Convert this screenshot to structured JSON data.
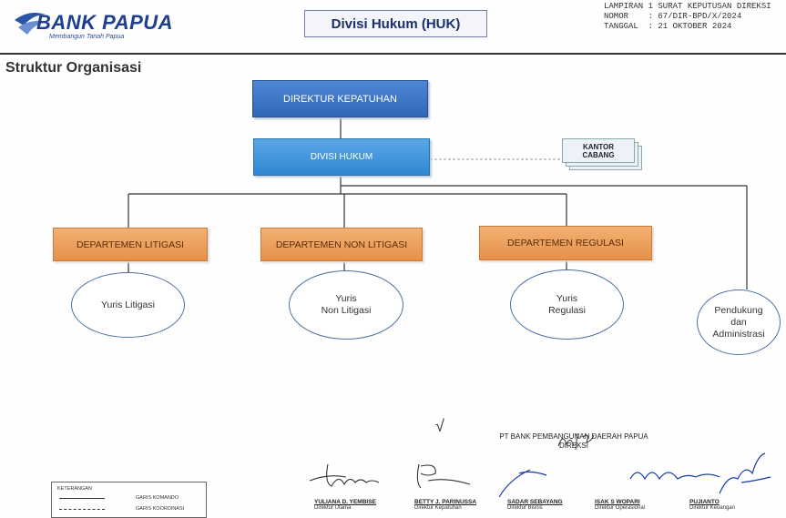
{
  "header": {
    "logo_text": "BANK PAPUA",
    "logo_tagline": "Membangun Tanah Papua",
    "title": "Divisi Hukum (HUK)",
    "ref_line1": "LAMPIRAN 1 SURAT KEPUTUSAN DIREKSI",
    "ref_line2": "NOMOR    : 67/DIR-BPD/X/2024",
    "ref_line3": "TANGGAL  : 21 OKTOBER 2024"
  },
  "section_title": "Struktur Organisasi",
  "org": {
    "top": "DIREKTUR KEPATUHAN",
    "division": "DIVISI HUKUM",
    "branch_line1": "KANTOR",
    "branch_line2": "CABANG",
    "departments": [
      "DEPARTEMEN LITIGASI",
      "DEPARTEMEN NON LITIGASI",
      "DEPARTEMEN REGULASI"
    ],
    "units": [
      {
        "line1": "Yuris Litigasi",
        "line2": "",
        "line3": ""
      },
      {
        "line1": "Yuris",
        "line2": "Non Litigasi",
        "line3": ""
      },
      {
        "line1": "Yuris",
        "line2": "Regulasi",
        "line3": ""
      },
      {
        "line1": "Pendukung",
        "line2": "dan",
        "line3": "Administrasi"
      }
    ]
  },
  "footer": {
    "check_mark": "√",
    "company": "PT BANK PEMBANGUNAN DAERAH PAPUA",
    "board": "DIREKSI",
    "signatories": [
      {
        "name": "YULIANA D. YEMBISE",
        "title": "Direktur Utama"
      },
      {
        "name": "BETTY J. PARINUSSA",
        "title": "Direktur Kepatuhan"
      },
      {
        "name": "SADAR SEBAYANG",
        "title": "Direktur Bisnis"
      },
      {
        "name": "ISAK S WOPARI",
        "title": "Direktur Operasional"
      },
      {
        "name": "PUJIANTO",
        "title": "Direktur Keuangan"
      }
    ]
  },
  "legend": {
    "title": "KETERANGAN",
    "line_solid": "GARIS KOMANDO",
    "line_dashed": "GARIS KOORDINASI"
  }
}
